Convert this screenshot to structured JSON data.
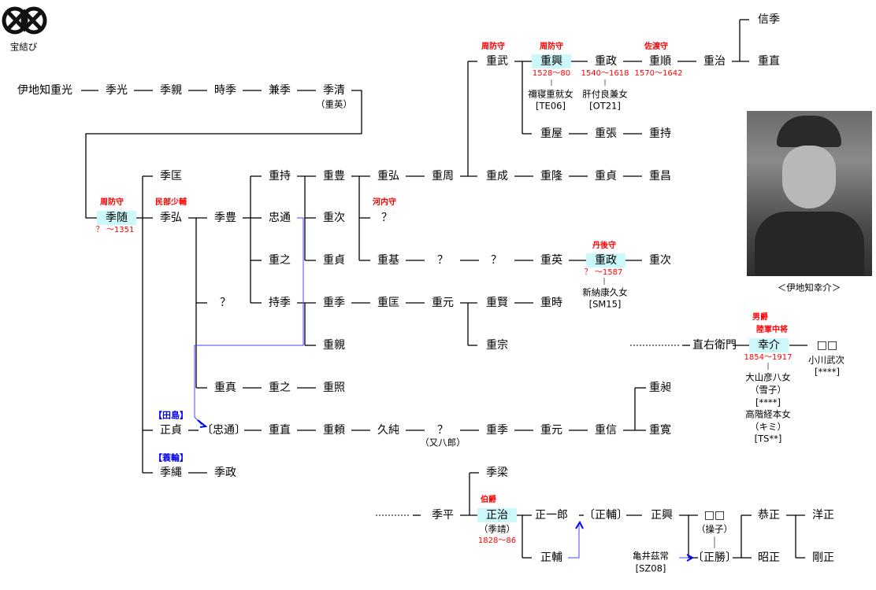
{
  "logo": {
    "label": "宝結び",
    "icon": "takaramusubi-crest-icon"
  },
  "portrait": {
    "caption": "＜伊地知幸介＞"
  },
  "labels": [
    {
      "k": "name",
      "t": "伊地知重光"
    },
    {
      "k": "name",
      "t": "季光"
    },
    {
      "k": "name",
      "t": "季親"
    },
    {
      "k": "name",
      "t": "時季"
    },
    {
      "k": "name",
      "t": "兼季"
    },
    {
      "k": "name",
      "t": "季清"
    },
    {
      "k": "note",
      "t": "（重英）"
    },
    {
      "k": "name",
      "t": "季随",
      "hl": true
    },
    {
      "k": "title",
      "t": "周防守"
    },
    {
      "k": "years",
      "t": "？ ～1351"
    },
    {
      "k": "name",
      "t": "季匡"
    },
    {
      "k": "name",
      "t": "季弘"
    },
    {
      "k": "title",
      "t": "民部少輔"
    },
    {
      "k": "name",
      "t": "正貞"
    },
    {
      "k": "clan",
      "t": "【田島】"
    },
    {
      "k": "name",
      "t": "季縄"
    },
    {
      "k": "clan",
      "t": "【蓑輪】"
    },
    {
      "k": "name",
      "t": "季政"
    },
    {
      "k": "name",
      "t": "季豊"
    },
    {
      "k": "name",
      "t": "？"
    },
    {
      "k": "name",
      "t": "重真"
    },
    {
      "k": "name",
      "t": "重之"
    },
    {
      "k": "name",
      "t": "重照"
    },
    {
      "k": "name",
      "t": "重持"
    },
    {
      "k": "name",
      "t": "忠通"
    },
    {
      "k": "name",
      "t": "重之"
    },
    {
      "k": "name",
      "t": "持季"
    },
    {
      "k": "name",
      "t": "重豊"
    },
    {
      "k": "name",
      "t": "重次"
    },
    {
      "k": "name",
      "t": "重貞"
    },
    {
      "k": "name",
      "t": "重季"
    },
    {
      "k": "name",
      "t": "重親"
    },
    {
      "k": "name",
      "t": "重弘"
    },
    {
      "k": "name",
      "t": "？"
    },
    {
      "k": "title",
      "t": "河内守"
    },
    {
      "k": "name",
      "t": "重基"
    },
    {
      "k": "name",
      "t": "重周"
    },
    {
      "k": "name",
      "t": "重武"
    },
    {
      "k": "title",
      "t": "周防守"
    },
    {
      "k": "name",
      "t": "重成"
    },
    {
      "k": "name",
      "t": "重興",
      "hl": true
    },
    {
      "k": "title",
      "t": "周防守"
    },
    {
      "k": "years",
      "t": "1528～80"
    },
    {
      "k": "note",
      "t": "禰寝重就女"
    },
    {
      "k": "note",
      "t": "[TE06]"
    },
    {
      "k": "name",
      "t": "重政"
    },
    {
      "k": "years",
      "t": "1540～1618"
    },
    {
      "k": "note",
      "t": "肝付良兼女"
    },
    {
      "k": "note",
      "t": "[OT21]"
    },
    {
      "k": "name",
      "t": "重順"
    },
    {
      "k": "title",
      "t": "佐渡守"
    },
    {
      "k": "years",
      "t": "1570～1642"
    },
    {
      "k": "name",
      "t": "重治"
    },
    {
      "k": "name",
      "t": "信季"
    },
    {
      "k": "name",
      "t": "重直"
    },
    {
      "k": "name",
      "t": "重屋"
    },
    {
      "k": "name",
      "t": "重張"
    },
    {
      "k": "name",
      "t": "重持"
    },
    {
      "k": "name",
      "t": "重隆"
    },
    {
      "k": "name",
      "t": "重貞"
    },
    {
      "k": "name",
      "t": "重昌"
    },
    {
      "k": "name",
      "t": "？"
    },
    {
      "k": "name",
      "t": "？"
    },
    {
      "k": "name",
      "t": "重英"
    },
    {
      "k": "name",
      "t": "重政",
      "hl": true
    },
    {
      "k": "title",
      "t": "丹後守"
    },
    {
      "k": "years",
      "t": "？ ～1587"
    },
    {
      "k": "note",
      "t": "新納康久女"
    },
    {
      "k": "note",
      "t": "[SM15]"
    },
    {
      "k": "name",
      "t": "重次"
    },
    {
      "k": "name",
      "t": "重匡"
    },
    {
      "k": "name",
      "t": "重元"
    },
    {
      "k": "name",
      "t": "重賢"
    },
    {
      "k": "name",
      "t": "重時"
    },
    {
      "k": "name",
      "t": "重宗"
    },
    {
      "k": "name",
      "t": "直右衛門"
    },
    {
      "k": "name",
      "t": "幸介",
      "hl": true
    },
    {
      "k": "title",
      "t": "男爵"
    },
    {
      "k": "title",
      "t": "陸軍中将"
    },
    {
      "k": "years",
      "t": "1854～1917"
    },
    {
      "k": "note",
      "t": "大山彦八女"
    },
    {
      "k": "note",
      "t": "（雪子）"
    },
    {
      "k": "note",
      "t": "[****]"
    },
    {
      "k": "note",
      "t": "高階経本女"
    },
    {
      "k": "note",
      "t": "（キミ）"
    },
    {
      "k": "note",
      "t": "[TS**]"
    },
    {
      "k": "name",
      "t": "□□"
    },
    {
      "k": "note",
      "t": "小川武次"
    },
    {
      "k": "note",
      "t": "[****]"
    },
    {
      "k": "name",
      "t": "〔忠通〕"
    },
    {
      "k": "name",
      "t": "重直"
    },
    {
      "k": "name",
      "t": "重頼"
    },
    {
      "k": "name",
      "t": "久純"
    },
    {
      "k": "name",
      "t": "？"
    },
    {
      "k": "note",
      "t": "（又八郎）"
    },
    {
      "k": "name",
      "t": "重季"
    },
    {
      "k": "name",
      "t": "重元"
    },
    {
      "k": "name",
      "t": "重信"
    },
    {
      "k": "name",
      "t": "重昶"
    },
    {
      "k": "name",
      "t": "重寛"
    },
    {
      "k": "name",
      "t": "季平"
    },
    {
      "k": "name",
      "t": "季梁"
    },
    {
      "k": "name",
      "t": "正治",
      "hl": true
    },
    {
      "k": "title",
      "t": "伯爵"
    },
    {
      "k": "note",
      "t": "（季靖）"
    },
    {
      "k": "years",
      "t": "1828～86"
    },
    {
      "k": "name",
      "t": "正一郎"
    },
    {
      "k": "name",
      "t": "正輔"
    },
    {
      "k": "name",
      "t": "〔正輔〕"
    },
    {
      "k": "name",
      "t": "正興"
    },
    {
      "k": "name",
      "t": "□□"
    },
    {
      "k": "note",
      "t": "（操子）"
    },
    {
      "k": "name",
      "t": "〔正勝〕"
    },
    {
      "k": "note",
      "t": "亀井茲常"
    },
    {
      "k": "note",
      "t": "[SZ08]"
    },
    {
      "k": "name",
      "t": "恭正"
    },
    {
      "k": "name",
      "t": "昭正"
    },
    {
      "k": "name",
      "t": "洋正"
    },
    {
      "k": "name",
      "t": "剛正"
    }
  ]
}
